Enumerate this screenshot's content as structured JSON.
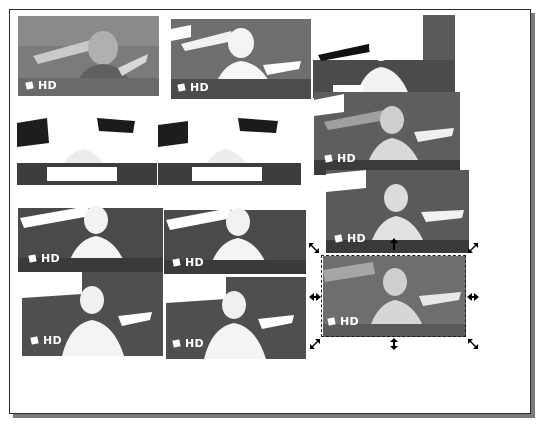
{
  "canvas": {
    "page_color": "#ffffff",
    "shadow_color": "#7a7a7a",
    "border_color": "#2b2b2b"
  },
  "thumbnails": [
    {
      "badge_text": "HD",
      "badge_icon": "film-frame-icon",
      "style": "normal"
    },
    {
      "badge_text": "HD",
      "badge_icon": "film-frame-icon",
      "style": "high-contrast"
    },
    {
      "badge_text": "",
      "badge_icon": "",
      "style": "posterized"
    },
    {
      "badge_text": "",
      "badge_icon": "",
      "style": "posterized"
    },
    {
      "badge_text": "",
      "badge_icon": "",
      "style": "posterized"
    },
    {
      "badge_text": "HD",
      "badge_icon": "film-frame-icon",
      "style": "dark"
    },
    {
      "badge_text": "HD",
      "badge_icon": "film-frame-icon",
      "style": "posterized"
    },
    {
      "badge_text": "HD",
      "badge_icon": "film-frame-icon",
      "style": "posterized"
    },
    {
      "badge_text": "HD",
      "badge_icon": "film-frame-icon",
      "style": "dark"
    },
    {
      "badge_text": "HD",
      "badge_icon": "film-frame-icon",
      "style": "posterized"
    },
    {
      "badge_text": "HD",
      "badge_icon": "film-frame-icon",
      "style": "posterized"
    },
    {
      "badge_text": "HD",
      "badge_icon": "film-frame-icon",
      "style": "selected-dark"
    }
  ],
  "selection": {
    "handle_icons": [
      "resize-nw-icon",
      "resize-n-icon",
      "resize-ne-icon",
      "resize-w-icon",
      "resize-e-icon",
      "resize-sw-icon",
      "resize-s-icon",
      "resize-se-icon"
    ],
    "color": "#1a1a1a"
  }
}
